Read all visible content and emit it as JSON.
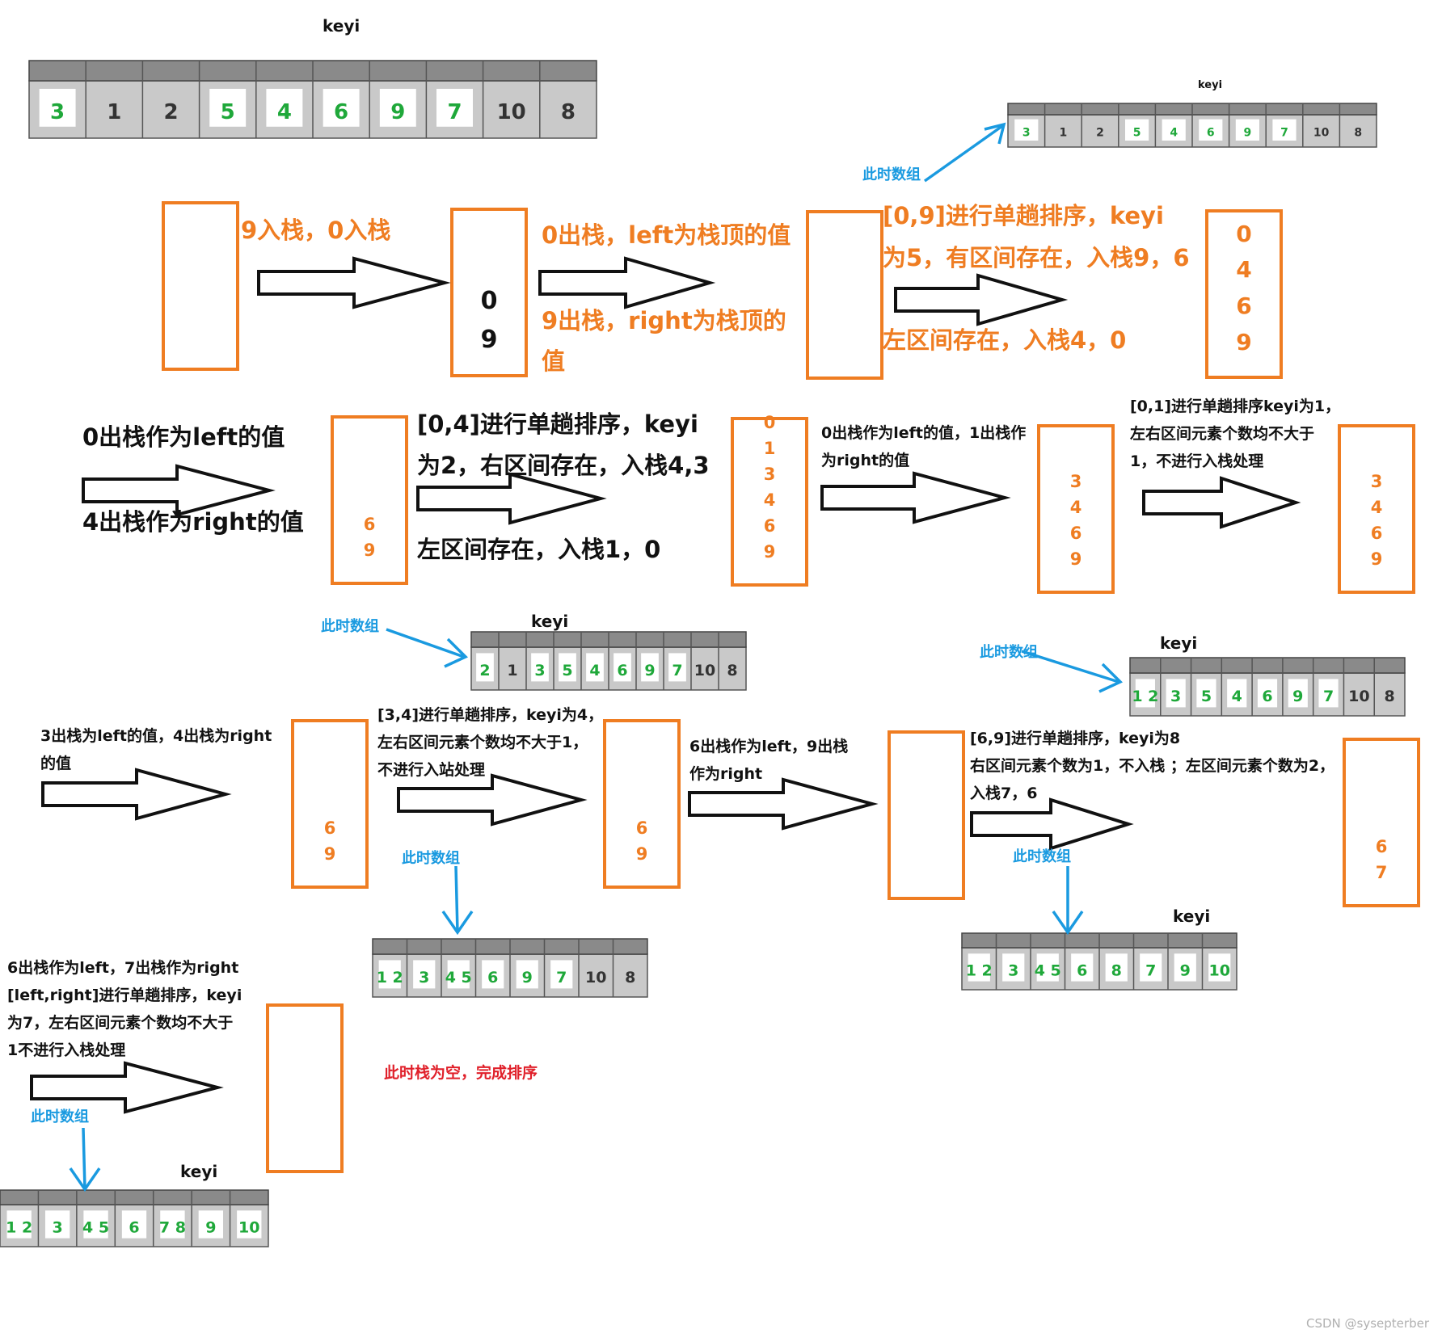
{
  "keyi_label": "keyi",
  "current_array_label": "此时数组",
  "arrays": [
    {
      "id": "a1",
      "values": [
        "3",
        "1",
        "2",
        "5",
        "4",
        "6",
        "9",
        "7",
        "10",
        "8"
      ],
      "green_idx": [
        0,
        3,
        4,
        5,
        6,
        7
      ]
    },
    {
      "id": "a2",
      "values": [
        "3",
        "1",
        "2",
        "5",
        "4",
        "6",
        "9",
        "7",
        "10",
        "8"
      ],
      "green_idx": [
        0,
        3,
        4,
        5,
        6,
        7
      ]
    },
    {
      "id": "a3",
      "values": [
        "2",
        "1",
        "3",
        "5",
        "4",
        "6",
        "9",
        "7",
        "10",
        "8"
      ],
      "green_idx": [
        0,
        2,
        3,
        4,
        5,
        6,
        7
      ]
    },
    {
      "id": "a4",
      "values": [
        "1 2",
        "3",
        "5",
        "4",
        "6",
        "9",
        "7",
        "10",
        "8"
      ],
      "green_idx": [
        0,
        1,
        2,
        3,
        4,
        5,
        6
      ]
    },
    {
      "id": "a5",
      "values": [
        "1 2",
        "3",
        "4 5",
        "6",
        "9",
        "7",
        "10",
        "8"
      ],
      "green_idx": [
        0,
        1,
        2,
        3,
        4,
        5
      ]
    },
    {
      "id": "a6",
      "values": [
        "1 2",
        "3",
        "4 5",
        "6",
        "8",
        "7",
        "9",
        "10"
      ],
      "green_idx": [
        0,
        1,
        2,
        3,
        4,
        5,
        6,
        7
      ]
    },
    {
      "id": "a7",
      "values": [
        "1 2",
        "3",
        "4 5",
        "6",
        "7 8",
        "9",
        "10"
      ],
      "green_idx": [
        0,
        1,
        2,
        3,
        4,
        5,
        6
      ]
    }
  ],
  "steps": {
    "s1": "9入栈，0入栈",
    "s2_line1": "0出栈，left为栈顶的值",
    "s2_line2": "9出栈，right为栈顶的",
    "s2_line3": "值",
    "s3_line1": "[0,9]进行单趟排序，keyi",
    "s3_line2": "为5，有区间存在，入栈9，6",
    "s3_line3": "左区间存在，入栈4，0",
    "s4_line1": "0出栈作为left的值",
    "s4_line2": "4出栈作为right的值",
    "s5_line1": "[0,4]进行单趟排序，keyi",
    "s5_line2": "为2，右区间存在，入栈4,3",
    "s5_line3": "左区间存在，入栈1，0",
    "s6_line1": "0出栈作为left的值，1出栈作",
    "s6_line2": "为right的值",
    "s7_line1": "[0,1]进行单趟排序keyi为1，",
    "s7_line2": "左右区间元素个数均不大于",
    "s7_line3": "1，不进行入栈处理",
    "s8_line1": "3出栈为left的值，4出栈为right",
    "s8_line2": "的值",
    "s9_line1": "[3,4]进行单趟排序，keyi为4，",
    "s9_line2": "左右区间元素个数均不大于1，",
    "s9_line3": "不进行入站处理",
    "s10_line1": "6出栈作为left，9出栈",
    "s10_line2": "作为right",
    "s11_line1": "[6,9]进行单趟排序，keyi为8",
    "s11_line2": "右区间元素个数为1，不入栈 ；左区间元素个数为2，",
    "s11_line3": "入栈7，6",
    "s12_line1": "6出栈作为left，7出栈作为right",
    "s12_line2": "[left,right]进行单趟排序，keyi",
    "s12_line3": "为7，左右区间元素个数均不大于",
    "s12_line4": "1不进行入栈处理",
    "done": "此时栈为空，完成排序"
  },
  "stacks": {
    "st1": [],
    "st2": [
      "0",
      "9"
    ],
    "st3": [],
    "st4": [
      "0",
      "4",
      "6",
      "9"
    ],
    "st5": [
      "6",
      "9"
    ],
    "st6": [
      "0",
      "1",
      "3",
      "4",
      "6",
      "9"
    ],
    "st7": [
      "3",
      "4",
      "6",
      "9"
    ],
    "st8": [
      "3",
      "4",
      "6",
      "9"
    ],
    "st9": [
      "6",
      "9"
    ],
    "st10": [
      "6",
      "9"
    ],
    "st11": [],
    "st12": [
      "6",
      "7"
    ],
    "st13": []
  },
  "watermark": "CSDN @sysepterber",
  "colors": {
    "orange": "#ef7d22",
    "blue": "#1a9ae0",
    "green": "#1fa83a",
    "red": "#e0202a"
  }
}
